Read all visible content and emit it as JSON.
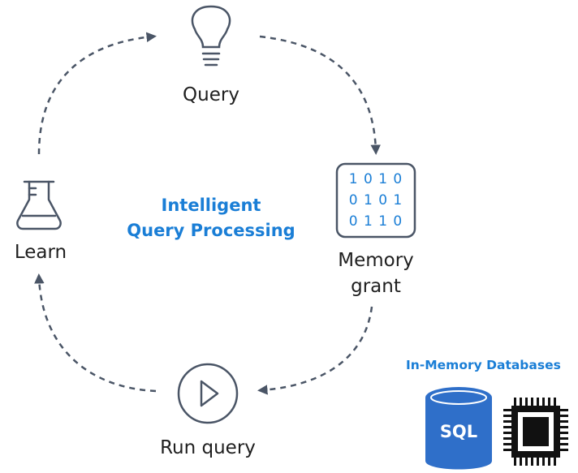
{
  "diagram": {
    "nodes": {
      "query": {
        "label": "Query"
      },
      "memory": {
        "label_line1": "Memory",
        "label_line2": "grant",
        "bits": [
          "1 0 1 0",
          "0 1 0 1",
          "0 1 1 0"
        ]
      },
      "run": {
        "label": "Run query"
      },
      "learn": {
        "label": "Learn"
      }
    },
    "center": {
      "line1": "Intelligent",
      "line2": "Query Processing"
    },
    "in_memory": {
      "title": "In-Memory Databases",
      "db_label": "SQL"
    }
  },
  "colors": {
    "accent": "#1a7ed6",
    "stroke": "#4a5566",
    "arrow": "#4a5566",
    "db_blue": "#2f6fc9",
    "text": "#1f1f1f"
  }
}
